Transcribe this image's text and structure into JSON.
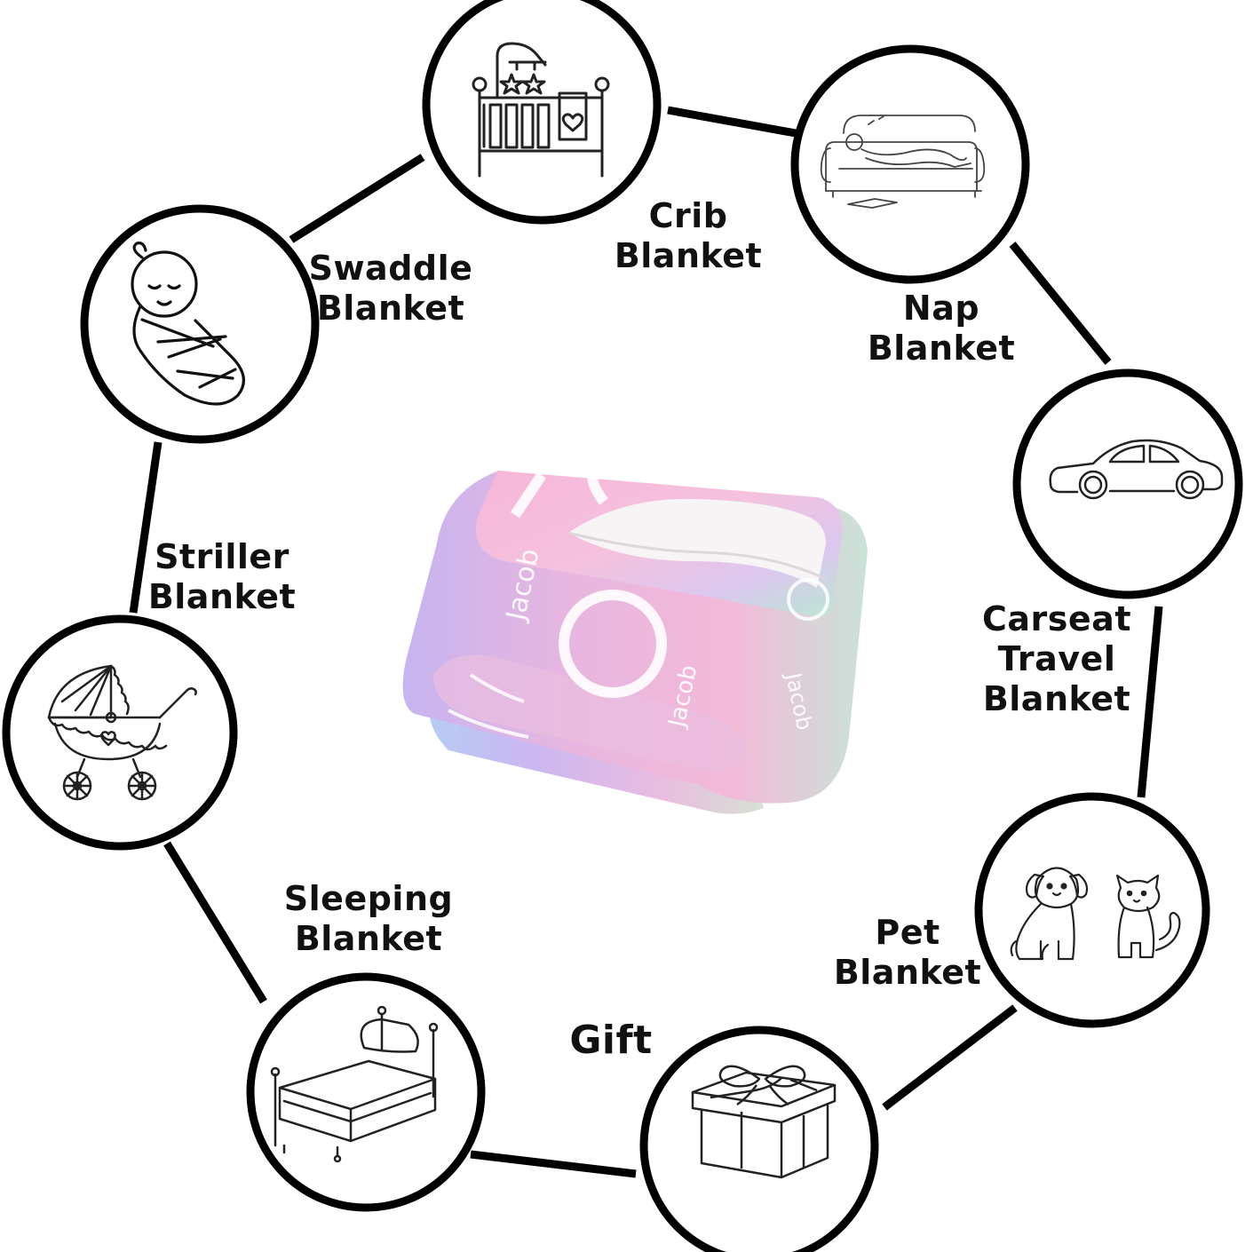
{
  "colors": {
    "line": "#000000",
    "icon_stroke": "#222222",
    "blanket_pink": "#f3b8d6",
    "blanket_lilac": "#c9b2ee",
    "blanket_mint": "#b7e6cf",
    "blanket_blue": "#b9d3f3",
    "blanket_fleece": "#f7f4f6"
  },
  "uses": [
    {
      "id": "crib",
      "icon": "crib-icon",
      "lines": [
        "Crib",
        "Blanket"
      ]
    },
    {
      "id": "nap",
      "icon": "sleeping-on-sofa-icon",
      "lines": [
        "Nap",
        "Blanket"
      ]
    },
    {
      "id": "carseat",
      "icon": "car-icon",
      "lines": [
        "Carseat",
        "Travel",
        "Blanket"
      ]
    },
    {
      "id": "pet",
      "icon": "dog-and-cat-icon",
      "lines": [
        "Pet",
        "Blanket"
      ]
    },
    {
      "id": "gift",
      "icon": "gift-box-icon",
      "lines": [
        "Gift"
      ]
    },
    {
      "id": "sleeping",
      "icon": "bed-icon",
      "lines": [
        "Sleeping",
        "Blanket"
      ]
    },
    {
      "id": "striller",
      "icon": "baby-stroller-icon",
      "lines": [
        "Striller",
        "Blanket"
      ]
    },
    {
      "id": "swaddle",
      "icon": "swaddled-baby-icon",
      "lines": [
        "Swaddle",
        "Blanket"
      ]
    }
  ],
  "blanket": {
    "name_print": "Jacob"
  }
}
